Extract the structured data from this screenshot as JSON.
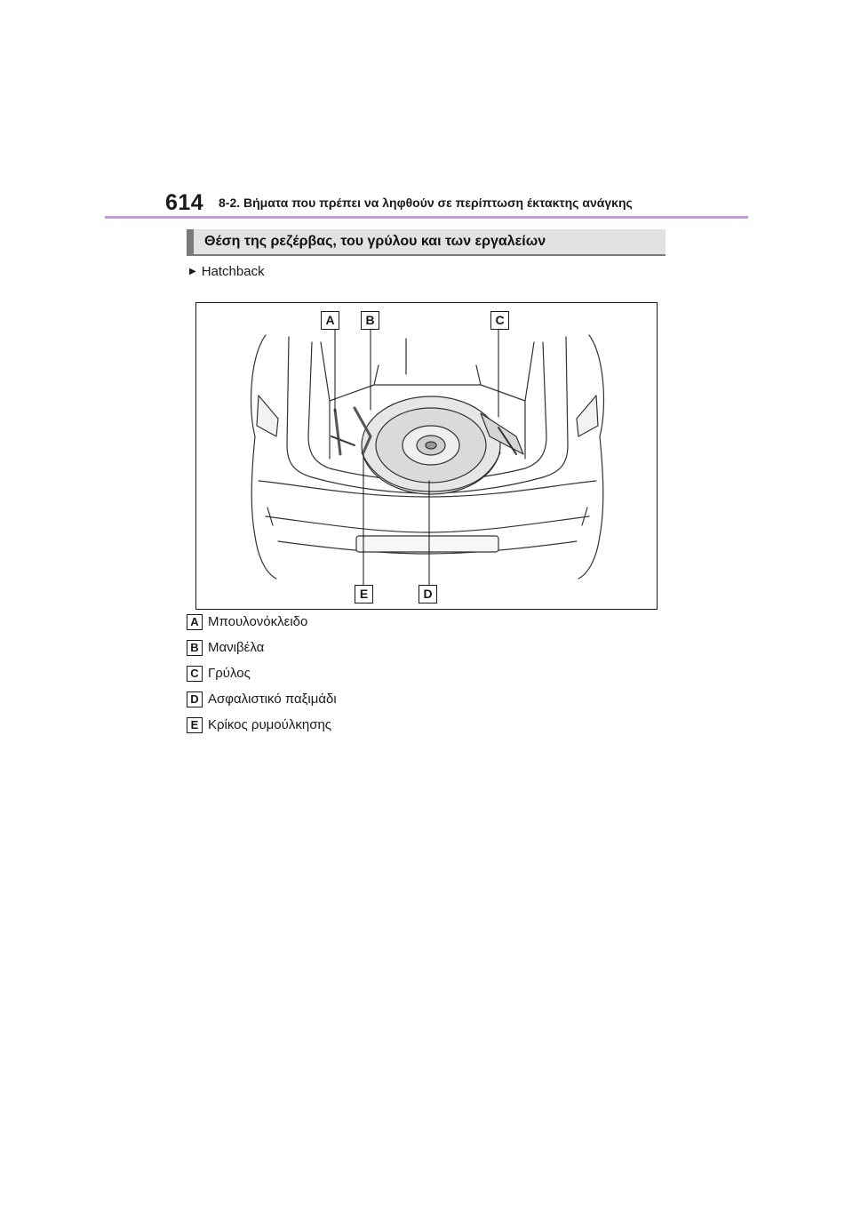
{
  "header": {
    "page_number": "614",
    "title": "8-2. Βήματα που πρέπει να ληφθούν σε περίπτωση έκτακτης ανάγκης",
    "rule_color": "#c59ad6"
  },
  "section": {
    "title": "Θέση της ρεζέρβας, του γρύλου και των εργαλείων"
  },
  "subheading": {
    "marker": "▶",
    "label": "Hatchback"
  },
  "figure": {
    "labels": [
      "A",
      "B",
      "C",
      "D",
      "E"
    ]
  },
  "legend": [
    {
      "key": "A",
      "text": "Μπουλονόκλειδο"
    },
    {
      "key": "B",
      "text": "Μανιβέλα"
    },
    {
      "key": "C",
      "text": "Γρύλος"
    },
    {
      "key": "D",
      "text": "Ασφαλιστικό παξιμάδι"
    },
    {
      "key": "E",
      "text": "Κρίκος ρυμούλκησης"
    }
  ]
}
